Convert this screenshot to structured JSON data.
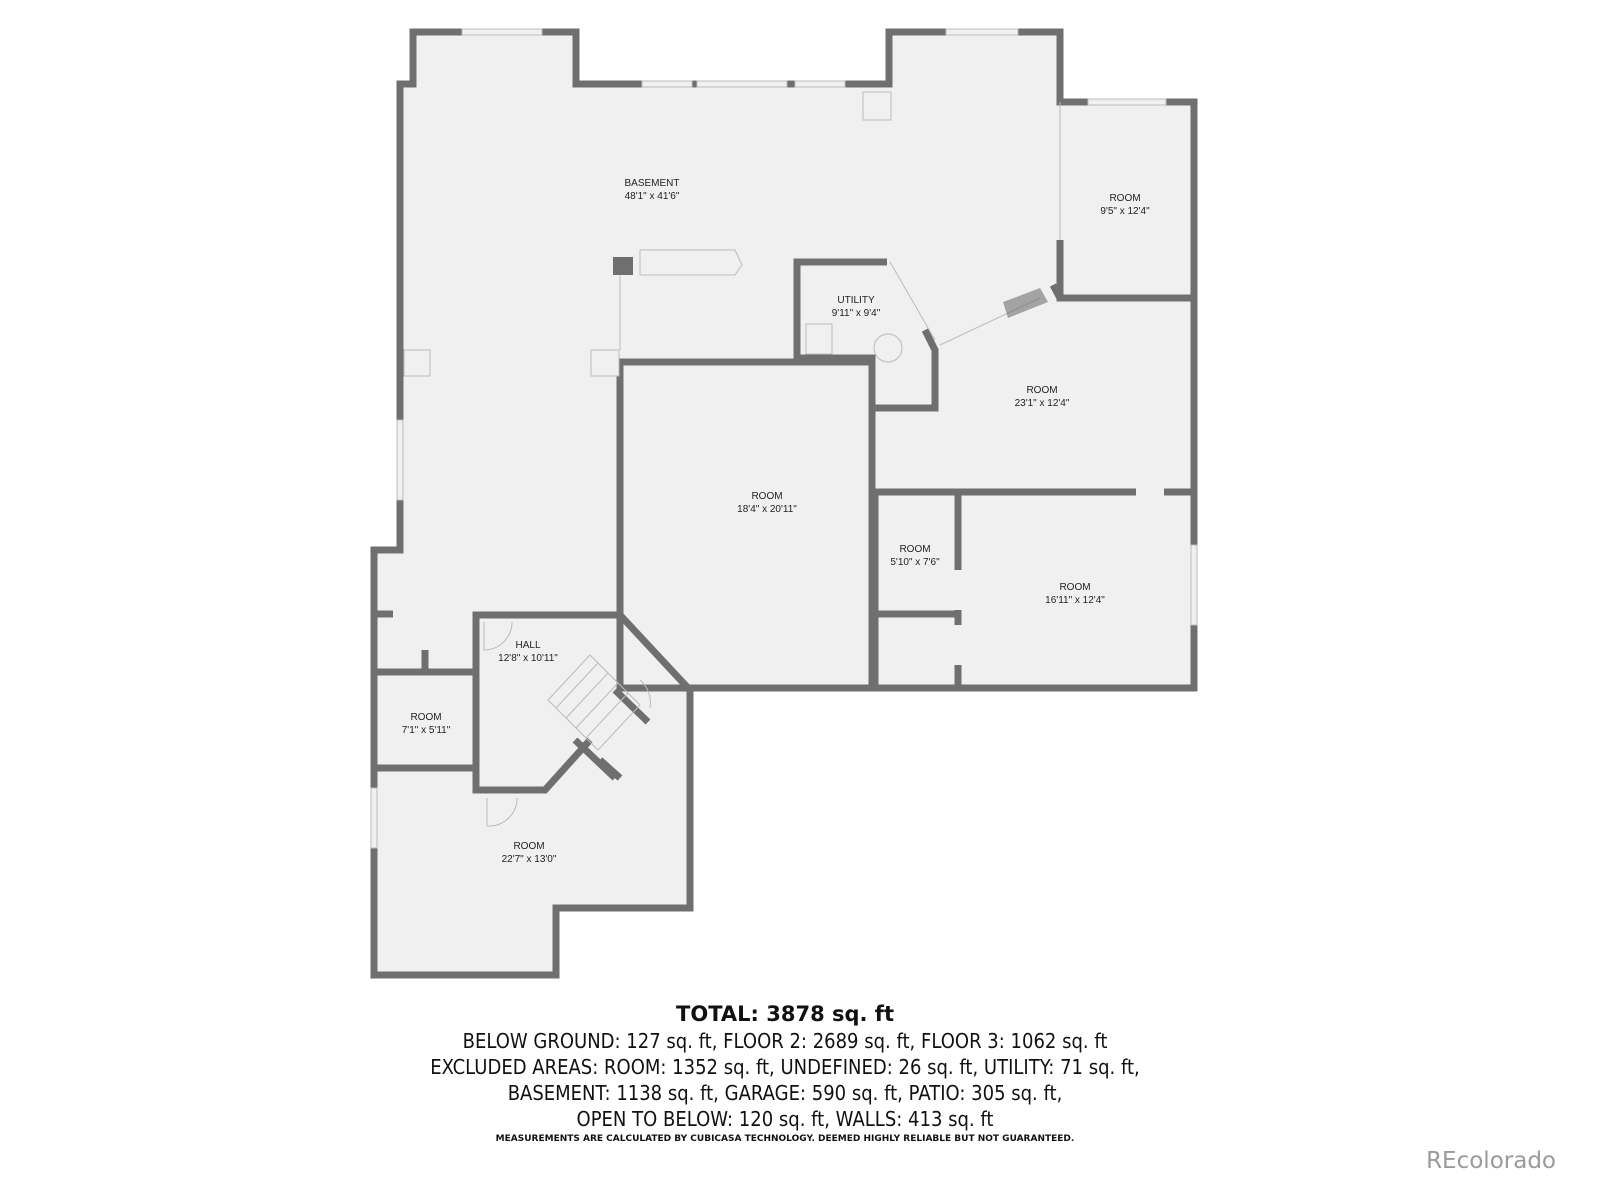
{
  "rooms": [
    {
      "name": "BASEMENT",
      "dims": "48'1\" x 41'6\""
    },
    {
      "name": "ROOM",
      "dims": "9'5\" x 12'4\""
    },
    {
      "name": "UTILITY",
      "dims": "9'11\" x 9'4\""
    },
    {
      "name": "ROOM",
      "dims": "23'1\" x 12'4\""
    },
    {
      "name": "ROOM",
      "dims": "18'4\" x 20'11\""
    },
    {
      "name": "ROOM",
      "dims": "5'10\" x 7'6\""
    },
    {
      "name": "ROOM",
      "dims": "16'11\" x 12'4\""
    },
    {
      "name": "HALL",
      "dims": "12'8\" x 10'11\""
    },
    {
      "name": "ROOM",
      "dims": "7'1\" x 5'11\""
    },
    {
      "name": "ROOM",
      "dims": "22'7\" x 13'0\""
    }
  ],
  "summary": {
    "total": "TOTAL: 3878 sq. ft",
    "lines": [
      "BELOW GROUND: 127 sq. ft, FLOOR 2: 2689 sq. ft, FLOOR 3: 1062 sq. ft",
      "EXCLUDED AREAS: ROOM: 1352 sq. ft, UNDEFINED: 26 sq. ft, UTILITY: 71 sq. ft,",
      "BASEMENT: 1138 sq. ft, GARAGE: 590 sq. ft, PATIO: 305 sq. ft,",
      "OPEN TO BELOW: 120 sq. ft, WALLS: 413 sq. ft"
    ],
    "disclaimer": "MEASUREMENTS ARE CALCULATED BY CUBICASA TECHNOLOGY. DEEMED HIGHLY RELIABLE BUT NOT GUARANTEED."
  },
  "watermark": "REcolorado",
  "colors": {
    "wall": "#6f6f6f",
    "floor": "#f0f0f0"
  }
}
